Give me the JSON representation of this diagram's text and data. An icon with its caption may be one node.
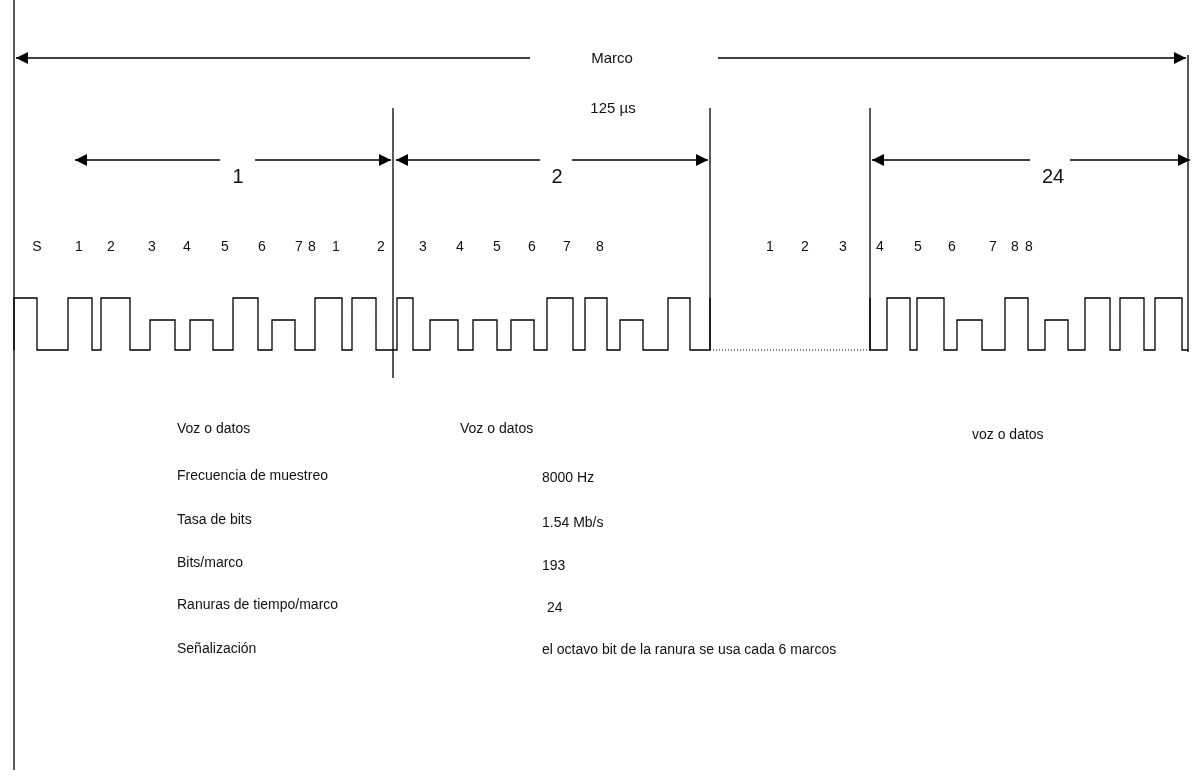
{
  "diagram": {
    "labels": [
      "Marco",
      "125 µs",
      "1",
      "2",
      "24",
      "S",
      "1",
      "2",
      "3",
      "4",
      "5",
      "6",
      "7",
      "8",
      "1",
      "2",
      "3",
      "4",
      "5",
      "6",
      "7",
      "8",
      "1",
      "2",
      "3",
      "4",
      "5",
      "6",
      "7",
      "8",
      "8",
      "Voz o datos",
      "Voz o datos",
      "voz o datos",
      "Frecuencia de muestreo",
      "8000 Hz",
      "Tasa de bits",
      "1.54 Mb/s",
      "Bits/marco",
      "193",
      "Ranuras de tiempo/marco",
      "24",
      "Señalización",
      "el octavo bit de la ranura se usa cada 6 marcos"
    ]
  }
}
